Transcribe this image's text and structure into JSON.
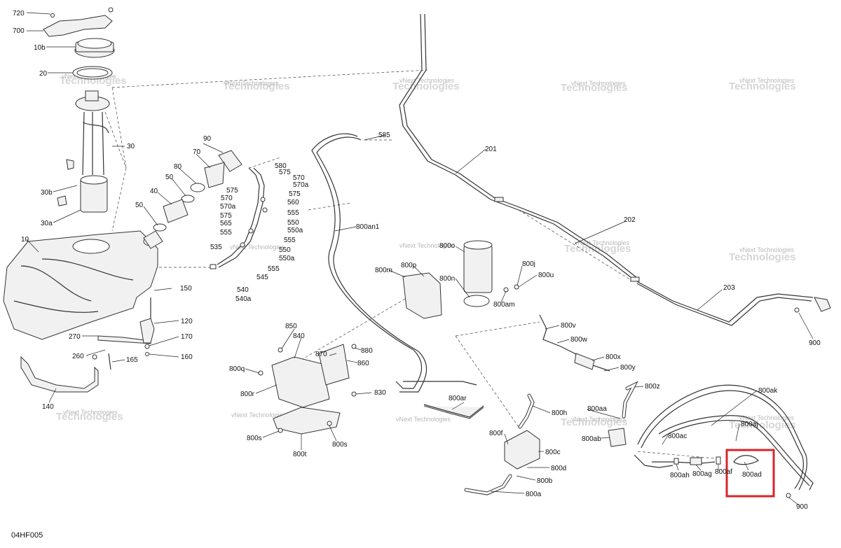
{
  "diagram": {
    "code": "04HF005",
    "watermark_line1": "vNext",
    "watermark_line2": "Technologies",
    "watermark_full": "vNext Technologies",
    "callouts": {
      "c720": "720",
      "c700": "700",
      "c10b": "10b",
      "c20": "20",
      "c30": "30",
      "c30b": "30b",
      "c30a": "30a",
      "c10": "10",
      "c90": "90",
      "c70": "70",
      "c80": "80",
      "c50top": "50",
      "c40": "40",
      "c50bot": "50",
      "c580": "580",
      "c575a": "575",
      "c570a": "570",
      "c570a_a": "570a",
      "c575b": "575",
      "c575c": "575",
      "c560": "560",
      "c570b": "570",
      "c570a_b": "570a",
      "c575d": "575",
      "c555a": "555",
      "c565": "565",
      "c550": "550",
      "c555b": "555",
      "c550a_a": "550a",
      "c555c": "555",
      "c535": "535",
      "c550b": "550",
      "c550a_b": "550a",
      "c545": "545",
      "c555d": "555",
      "c540": "540",
      "c540a": "540a",
      "c585": "585",
      "c201": "201",
      "c202": "202",
      "c203": "203",
      "c900a": "900",
      "c900b": "900",
      "c800an1": "800an1",
      "c800o": "800o",
      "c800m": "800m",
      "c800p": "800p",
      "c800n": "800n",
      "c800j": "800j",
      "c800u": "800u",
      "c800am": "800am",
      "c800v": "800v",
      "c800w": "800w",
      "c800x": "800x",
      "c800y": "800y",
      "c800z": "800z",
      "c800ak": "800ak",
      "c800aa": "800aa",
      "c800h": "800h",
      "c800ab": "800ab",
      "c800ac": "800ac",
      "c800aj": "800aj",
      "c800f": "800f",
      "c800c": "800c",
      "c800d": "800d",
      "c800b": "800b",
      "c800a": "800a",
      "c800ah": "800ah",
      "c800ag": "800ag",
      "c800af": "800af",
      "c800ad": "800ad",
      "c800ar": "800ar",
      "c850": "850",
      "c840": "840",
      "c870": "870",
      "c880": "880",
      "c860": "860",
      "c830": "830",
      "c800q": "800q",
      "c800r": "800r",
      "c800s": "800s",
      "c800t": "800t",
      "c800s2": "800s",
      "c150": "150",
      "c120": "120",
      "c170": "170",
      "c270": "270",
      "c260": "260",
      "c165": "165",
      "c160": "160",
      "c140": "140"
    },
    "highlight_color": "#d6262b"
  }
}
